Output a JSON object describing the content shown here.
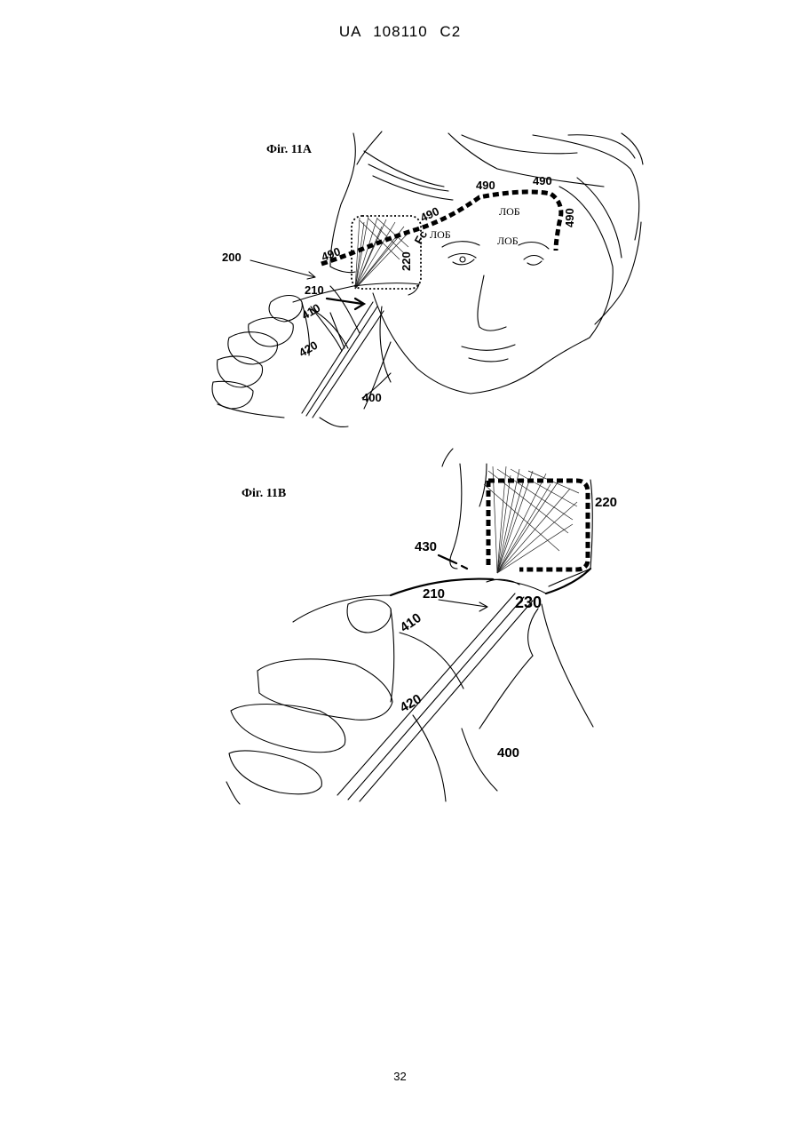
{
  "header": {
    "text": "UA   108110   C2"
  },
  "figure_a": {
    "caption": "Фіг. 11А",
    "labels": {
      "r200": "200",
      "r210": "210",
      "r410": "410",
      "r420": "420",
      "r400": "400",
      "r220": "220",
      "r490_left": "490",
      "r490_mid": "490",
      "r490_top": "490",
      "r490_topright": "490",
      "r490_right": "490",
      "lob_1": "ЛОБ",
      "lob_2": "ЛОБ",
      "lob_3": "ЛОБ",
      "fc": "Fc"
    }
  },
  "figure_b": {
    "caption": "Фіг. 11В",
    "labels": {
      "r220": "220",
      "r430": "430",
      "r210": "210",
      "r230": "230",
      "r410": "410",
      "r420": "420",
      "r400": "400"
    }
  },
  "footer": {
    "page_number": "32"
  }
}
